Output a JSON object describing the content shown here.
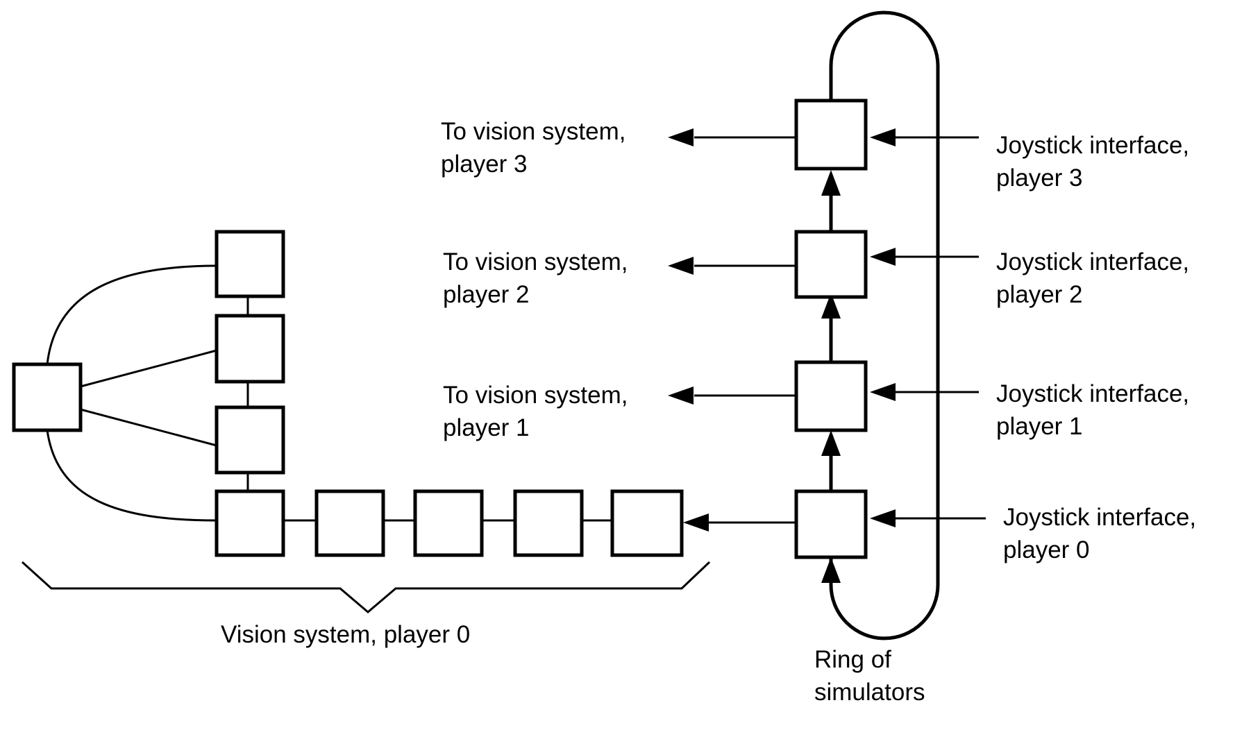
{
  "labels": {
    "vision_p3": [
      "To vision system,",
      "player 3"
    ],
    "vision_p2": [
      "To vision system,",
      "player 2"
    ],
    "vision_p1": [
      "To vision system,",
      "player 1"
    ],
    "joystick_p3": [
      "Joystick interface,",
      "player 3"
    ],
    "joystick_p2": [
      "Joystick interface,",
      "player 2"
    ],
    "joystick_p1": [
      "Joystick interface,",
      "player 1"
    ],
    "joystick_p0": [
      "Joystick interface,",
      "player 0"
    ],
    "vision_p0": "Vision system, player 0",
    "ring": [
      "Ring of",
      "simulators"
    ]
  }
}
